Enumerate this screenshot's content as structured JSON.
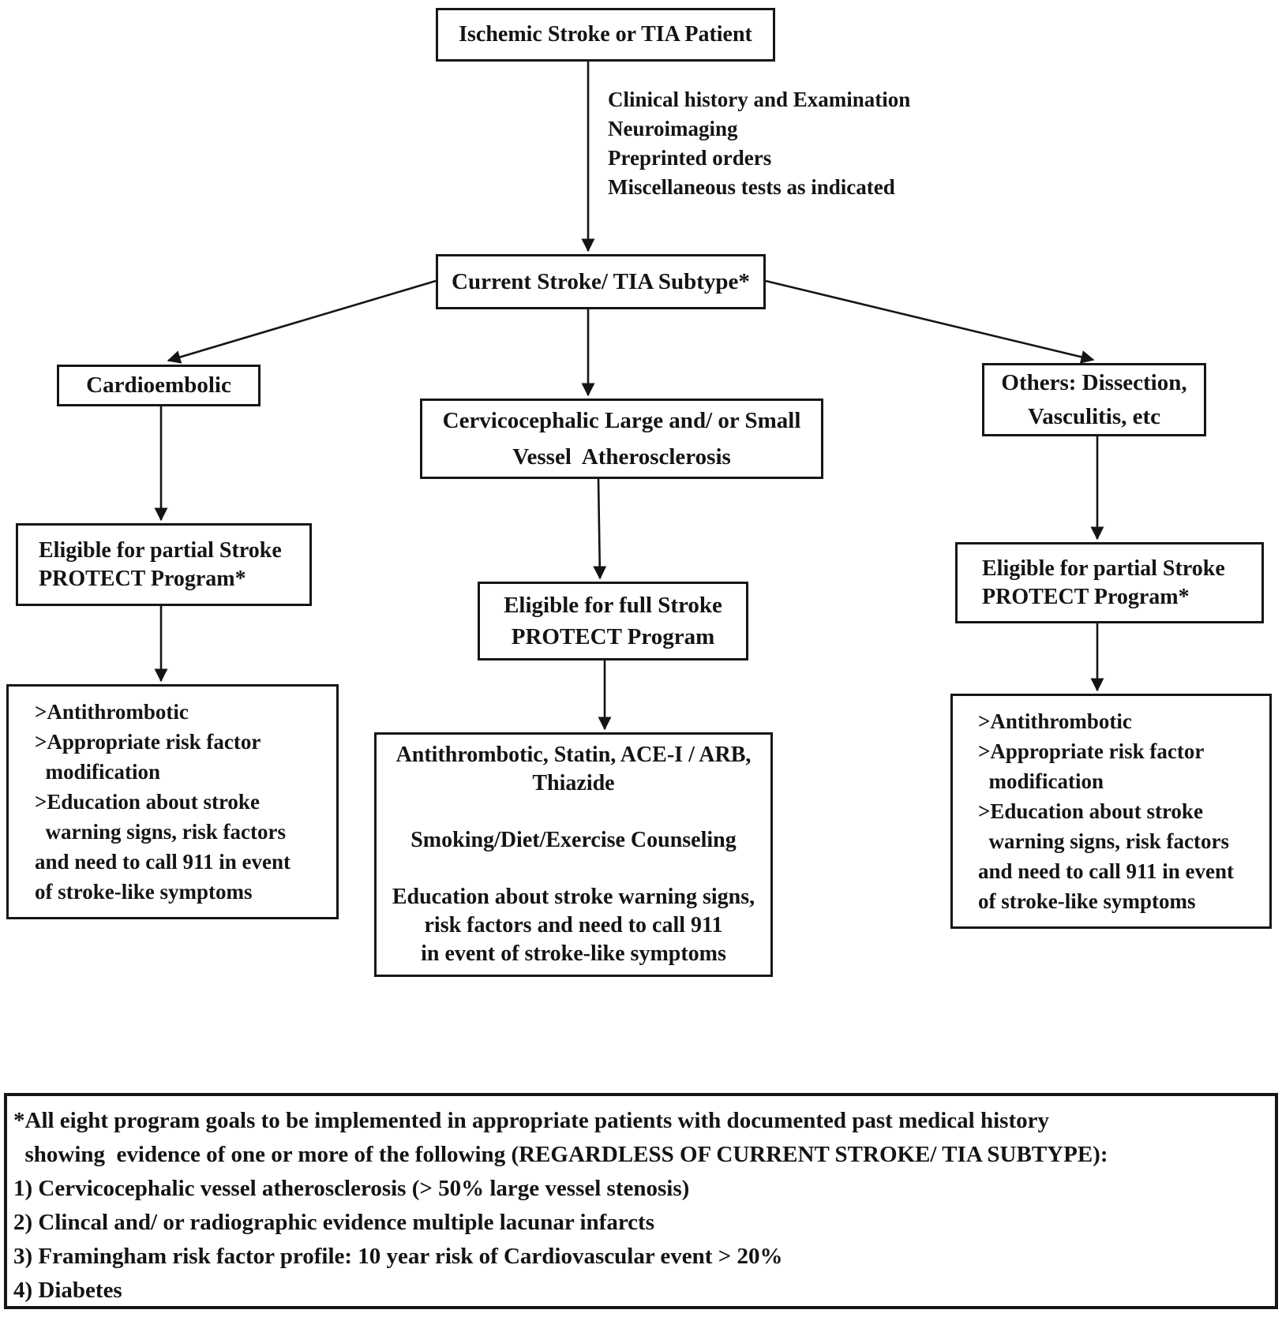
{
  "diagram": {
    "colors": {
      "ink": "#141414",
      "background": "#ffffff"
    },
    "title_box": {
      "label": "Ischemic Stroke or TIA Patient"
    },
    "workup_note": {
      "lines": [
        "Clinical history and Examination",
        "Neuroimaging",
        "Preprinted orders",
        "Miscellaneous tests as indicated"
      ]
    },
    "subtype_box": {
      "label": "Current Stroke/ TIA Subtype*"
    },
    "branches": {
      "cardioembolic": {
        "label": "Cardioembolic",
        "eligibility": {
          "lines": [
            "Eligible for partial Stroke",
            "PROTECT Program*"
          ]
        },
        "plan": {
          "lines": [
            ">Antithrombotic",
            ">Appropriate risk factor",
            "  modification",
            ">Education about stroke",
            "  warning signs, risk factors",
            "and need to call 911 in event",
            "of stroke-like symptoms"
          ]
        }
      },
      "atherosclerosis": {
        "label_lines": [
          "Cervicocephalic Large and/ or Small",
          "Vessel  Atherosclerosis"
        ],
        "eligibility": {
          "lines": [
            "Eligible for full Stroke",
            "PROTECT Program"
          ]
        },
        "plan": {
          "lines": [
            "Antithrombotic, Statin, ACE-I / ARB, Thiazide",
            " ",
            "Smoking/Diet/Exercise Counseling",
            " ",
            "Education about stroke warning signs,",
            "risk factors and need to call 911",
            "in event of stroke-like symptoms"
          ]
        }
      },
      "others": {
        "label_lines": [
          "Others: Dissection,",
          "Vasculitis, etc"
        ],
        "eligibility": {
          "lines": [
            "Eligible for partial Stroke",
            "PROTECT Program*"
          ]
        },
        "plan": {
          "lines": [
            ">Antithrombotic",
            ">Appropriate risk factor",
            "  modification",
            ">Education about stroke",
            "  warning signs, risk factors",
            "and need to call 911 in event",
            "of stroke-like symptoms"
          ]
        }
      }
    },
    "footnote": {
      "lines": [
        "*All eight program goals to be implemented in appropriate patients with documented past medical history",
        "  showing  evidence of one or more of the following (REGARDLESS OF CURRENT STROKE/ TIA SUBTYPE):",
        "1) Cervicocephalic vessel atherosclerosis (> 50% large vessel stenosis)",
        "2) Clincal and/ or radiographic evidence multiple lacunar infarcts",
        "3) Framingham risk factor profile: 10 year risk of Cardiovascular event > 20%",
        "4) Diabetes"
      ]
    }
  }
}
